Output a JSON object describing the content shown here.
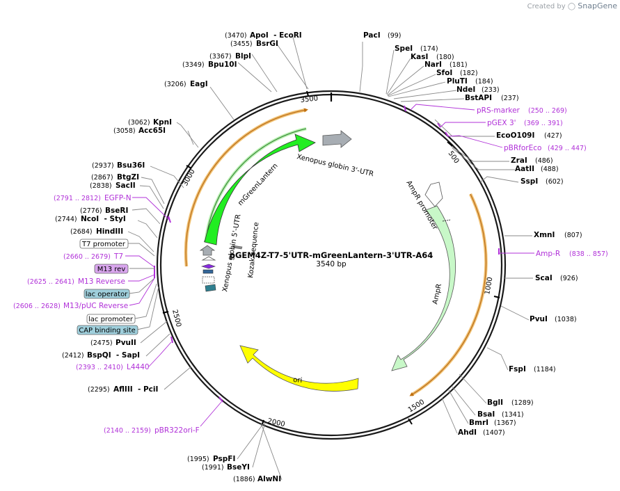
{
  "brand": {
    "created_by": "Created by",
    "name": "SnapGene",
    "colors": {
      "brand": "#7a8a9a"
    }
  },
  "plasmid": {
    "name": "pGEM4Z-T7-5'UTR-mGreenLantern-3'UTR-A64",
    "length": "3540 bp"
  },
  "ticks": [
    "500",
    "1000",
    "1500",
    "2000",
    "2500",
    "3000",
    "3500"
  ],
  "sites": [
    {
      "name": "PacI",
      "pos": "(99)"
    },
    {
      "name": "SpeI",
      "pos": "(174)"
    },
    {
      "name": "KasI",
      "pos": "(180)"
    },
    {
      "name": "NarI",
      "pos": "(181)"
    },
    {
      "name": "SfoI",
      "pos": "(182)"
    },
    {
      "name": "PluTI",
      "pos": "(184)"
    },
    {
      "name": "NdeI",
      "pos": "(233)"
    },
    {
      "name": "BstAPI",
      "pos": "(237)"
    },
    {
      "name": "EcoO109I",
      "pos": "(427)"
    },
    {
      "name": "ZraI",
      "pos": "(486)"
    },
    {
      "name": "AatII",
      "pos": "(488)"
    },
    {
      "name": "SspI",
      "pos": "(602)"
    },
    {
      "name": "XmnI",
      "pos": "(807)"
    },
    {
      "name": "ScaI",
      "pos": "(926)"
    },
    {
      "name": "PvuI",
      "pos": "(1038)"
    },
    {
      "name": "FspI",
      "pos": "(1184)"
    },
    {
      "name": "BglI",
      "pos": "(1289)"
    },
    {
      "name": "BsaI",
      "pos": "(1341)"
    },
    {
      "name": "BmrI",
      "pos": "(1367)"
    },
    {
      "name": "AhdI",
      "pos": "(1407)"
    },
    {
      "name": "AlwNI",
      "pos": "(1886)"
    },
    {
      "name": "BseYI",
      "pos": "(1991)"
    },
    {
      "name": "PspFI",
      "pos": "(1995)"
    },
    {
      "name": "AflIII  - PciI",
      "pos": "(2295)"
    },
    {
      "name": "BspQI  - SapI",
      "pos": "(2412)"
    },
    {
      "name": "PvuII",
      "pos": "(2475)"
    },
    {
      "name": "HindIII",
      "pos": "(2684)"
    },
    {
      "name": "NcoI  - StyI",
      "pos": "(2744)"
    },
    {
      "name": "BseRI",
      "pos": "(2776)"
    },
    {
      "name": "SacII",
      "pos": "(2838)"
    },
    {
      "name": "BtgZI",
      "pos": "(2867)"
    },
    {
      "name": "Bsu36I",
      "pos": "(2937)"
    },
    {
      "name": "Acc65I",
      "pos": "(3058)"
    },
    {
      "name": "KpnI",
      "pos": "(3062)"
    },
    {
      "name": "EagI",
      "pos": "(3206)"
    },
    {
      "name": "Bpu10I",
      "pos": "(3349)"
    },
    {
      "name": "BlpI",
      "pos": "(3367)"
    },
    {
      "name": "BsrGI",
      "pos": "(3455)"
    },
    {
      "name": "ApoI  - EcoRI",
      "pos": "(3470)"
    }
  ],
  "primers": [
    {
      "name": "pRS-marker",
      "range": "(250 .. 269)"
    },
    {
      "name": "pGEX 3'",
      "range": "(369 .. 391)"
    },
    {
      "name": "pBRforEco",
      "range": "(429 .. 447)"
    },
    {
      "name": "Amp-R",
      "range": "(838 .. 857)"
    },
    {
      "name": "L4440",
      "range": "(2393 .. 2410)"
    },
    {
      "name": "pBR322ori-F",
      "range": "(2140 .. 2159)"
    },
    {
      "name": "M13/pUC Reverse",
      "range": "(2606 .. 2628)"
    },
    {
      "name": "M13 Reverse",
      "range": "(2625 .. 2641)"
    },
    {
      "name": "T7",
      "range": "(2660 .. 2679)"
    },
    {
      "name": "EGFP-N",
      "range": "(2791 .. 2812)"
    }
  ],
  "boxes": [
    {
      "name": "T7 promoter",
      "color": "#ffffff"
    },
    {
      "name": "M13 rev",
      "color": "#d9a6ee"
    },
    {
      "name": "lac operator",
      "color": "#9fcfdc"
    },
    {
      "name": "lac promoter",
      "color": "#ffffff"
    },
    {
      "name": "CAP binding site",
      "color": "#9fcfdc"
    }
  ],
  "features": [
    {
      "name": "Xenopus globin 3'-UTR",
      "color": "#a7adb3"
    },
    {
      "name": "mGreenLantern",
      "color": "#22ee22"
    },
    {
      "name": "Xenopus globin 5'-UTR",
      "color": "#a7adb3"
    },
    {
      "name": "Kozak sequence",
      "color": "#888888"
    },
    {
      "name": "AmpR promoter",
      "color": "#ffffff"
    },
    {
      "name": "AmpR",
      "color": "#c8f8c8"
    },
    {
      "name": "ori",
      "color": "#ffff00"
    }
  ],
  "colors": {
    "primer": "#b030d8",
    "orf": "#e8a030",
    "backbone": "#1a1a1a"
  }
}
